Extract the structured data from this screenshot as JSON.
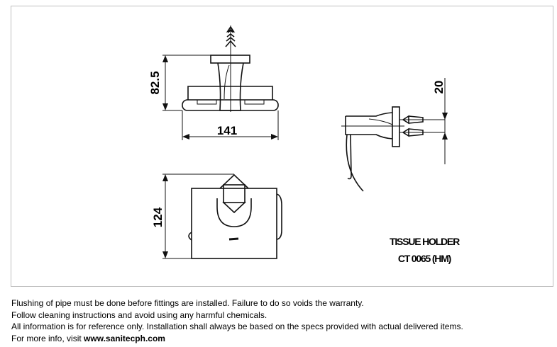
{
  "drawing": {
    "dimensions": {
      "top_height": "82.5",
      "top_width": "141",
      "side_offset": "20",
      "front_height": "124"
    },
    "title": {
      "name": "TISSUE HOLDER",
      "code": "CT 0065 (HM)"
    }
  },
  "notes": {
    "line1": "Flushing of pipe must be done before fittings are installed. Failure to do so voids the warranty.",
    "line2": "Follow cleaning instructions and avoid using any harmful chemicals.",
    "line3": "All information is for reference only. Installation shall always be based on the specs provided with actual delivered items.",
    "line4_prefix": "For more info, visit ",
    "line4_link": "www.sanitecph.com"
  }
}
